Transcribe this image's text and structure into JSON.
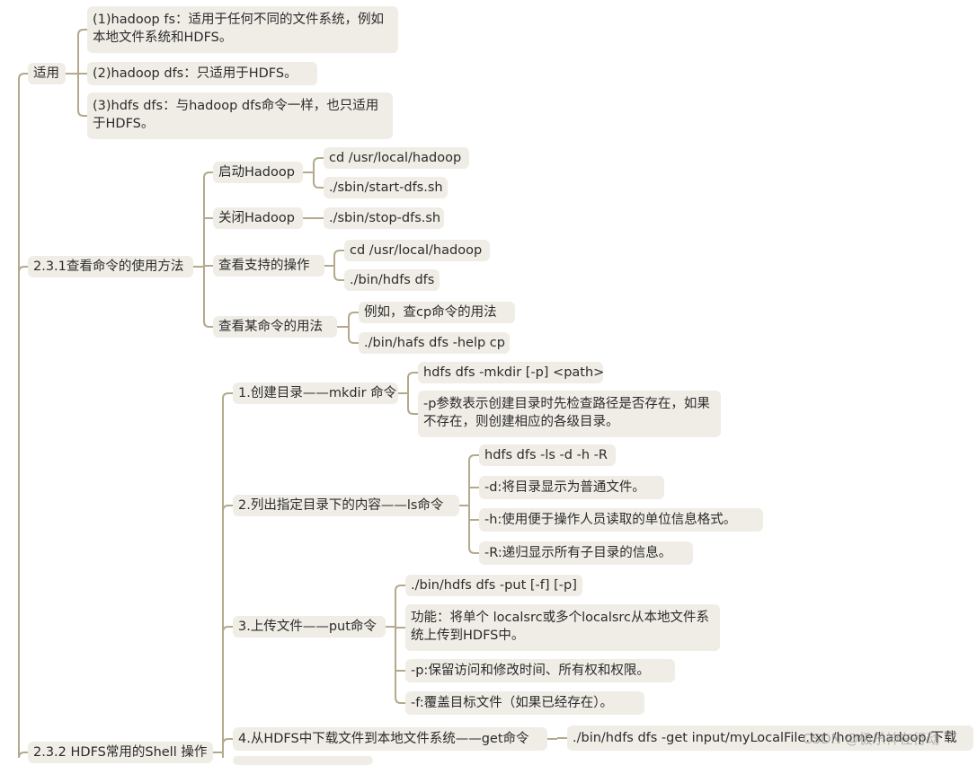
{
  "nodes": {
    "apply": "适用",
    "apply_1": "(1)hadoop fs：适用于任何不同的文件系统，例如本地文件系统和HDFS。",
    "apply_2": "(2)hadoop dfs：只适用于HDFS。",
    "apply_3": "(3)hdfs dfs：与hadoop dfs命令一样，也只适用于HDFS。",
    "usage": "2.3.1查看命令的使用方法",
    "start": "启动Hadoop",
    "start_cd": "cd /usr/local/hadoop",
    "start_sbin": "./sbin/start-dfs.sh",
    "stop": "关闭Hadoop",
    "stop_sbin": "./sbin/stop-dfs.sh",
    "ops": "查看支持的操作",
    "ops_cd": "cd /usr/local/hadoop",
    "ops_bin": "./bin/hdfs dfs",
    "cmd": "查看某命令的用法",
    "cmd_eg": "例如，查cp命令的用法",
    "cmd_help": "./bin/hafs dfs -help cp",
    "shell": "2.3.2 HDFS常用的Shell 操作",
    "mkdir": "1.创建目录——mkdir 命令",
    "mkdir_cmd": "hdfs dfs -mkdir [-p] <path>",
    "mkdir_p": "-p参数表示创建目录时先检查路径是否存在，如果不存在，则创建相应的各级目录。",
    "ls": "2.列出指定目录下的内容——ls命令",
    "ls_cmd": "hdfs dfs -ls -d -h -R",
    "ls_d": "-d:将目录显示为普通文件。",
    "ls_h": "-h:使用便于操作人员读取的单位信息格式。",
    "ls_R": "-R:递归显示所有子目录的信息。",
    "put": "3.上传文件——put命令",
    "put_cmd": "./bin/hdfs dfs -put [-f] [-p]",
    "put_fn": "功能：将单个 localsrc或多个localsrc从本地文件系统上传到HDFS中。",
    "put_p": "-p:保留访问和修改时间、所有权和权限。",
    "put_f": "-f:覆盖目标文件（如果已经存在）。",
    "get": "4.从HDFS中下载文件到本地文件系统——get命令",
    "get_cmd": "./bin/hdfs dfs -get input/myLocalFile.txt /home/hadoop/下载"
  },
  "watermark": "CSDN @极乐神在行动",
  "colors": {
    "line": "#b4a98c",
    "node": "#f0ede6",
    "text": "#2b2b2b"
  }
}
